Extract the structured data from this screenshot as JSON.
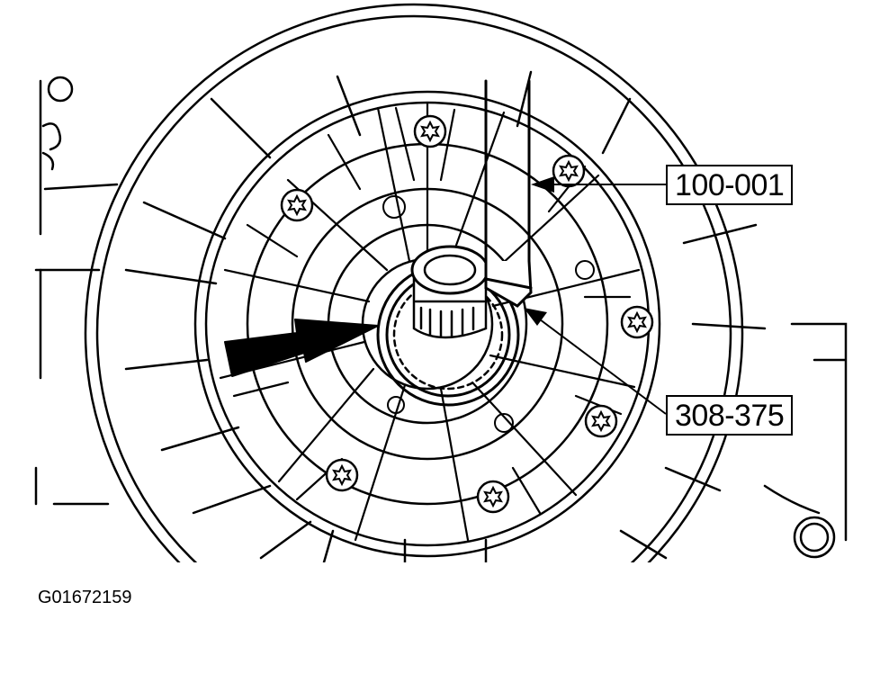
{
  "callouts": {
    "upper": "100-001",
    "lower": "308-375"
  },
  "figure_id": "G01672159",
  "colors": {
    "ink": "#000000",
    "paper": "#ffffff"
  }
}
